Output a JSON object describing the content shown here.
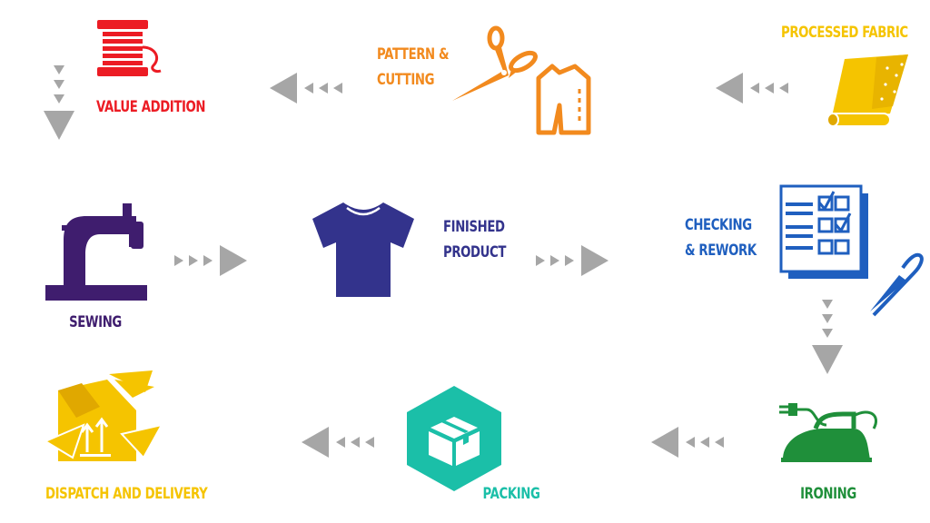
{
  "steps": {
    "processed_fabric": "PROCESSED FABRIC",
    "pattern_cutting_line1": "PATTERN &",
    "pattern_cutting_line2": "CUTTING",
    "value_addition": "VALUE ADDITION",
    "sewing": "SEWING",
    "finished_line1": "FINISHED",
    "finished_line2": "PRODUCT",
    "checking_line1": "CHECKING",
    "checking_line2": "& REWORK",
    "ironing": "IRONING",
    "packing": "PACKING",
    "dispatch": "DISPATCH AND DELIVERY"
  },
  "colors": {
    "processed_fabric": "#f5c400",
    "pattern_cutting": "#f28a1e",
    "value_addition": "#ec1c24",
    "sewing": "#3f1d6e",
    "finished_product": "#33338c",
    "checking": "#1f5fbf",
    "ironing": "#1f8f3a",
    "packing": "#1bbfa8",
    "dispatch": "#f5c400",
    "arrow": "#a6a6a6"
  },
  "icons": {
    "processed_fabric": "fabric-roll-icon",
    "pattern_cutting": "scissors-pattern-icon",
    "value_addition": "thread-spool-icon",
    "sewing": "sewing-machine-icon",
    "finished_product": "tshirt-icon",
    "checking": "checklist-icon",
    "ironing": "iron-icon",
    "packing": "box-icon",
    "dispatch": "dispatch-icon"
  }
}
